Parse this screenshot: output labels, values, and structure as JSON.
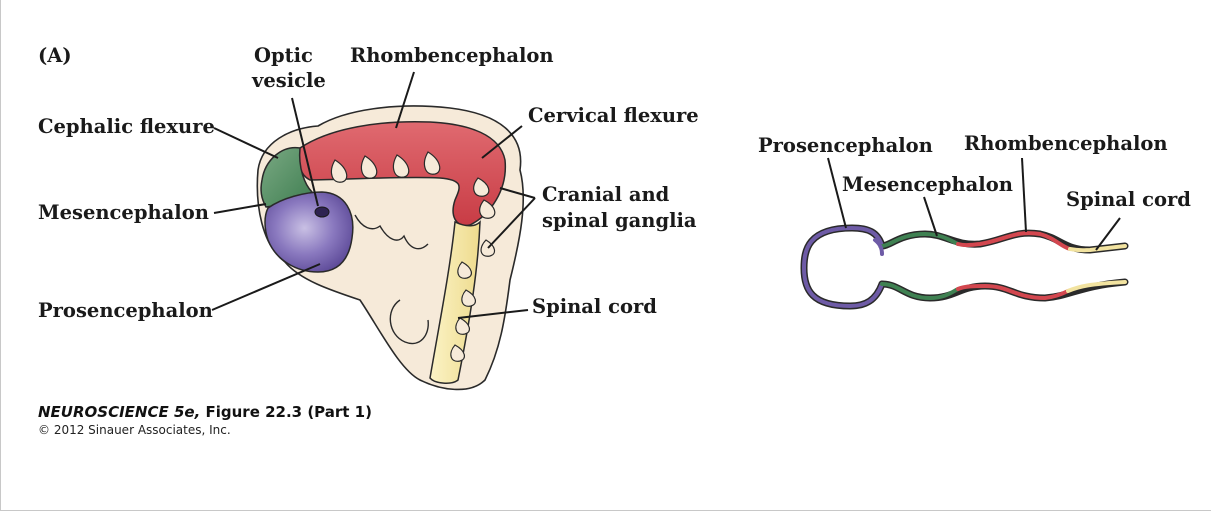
{
  "panel_label": "(A)",
  "embryo_labels": {
    "optic_vesicle_line1": "Optic",
    "optic_vesicle_line2": "vesicle",
    "rhombencephalon": "Rhombencephalon",
    "cephalic_flexure": "Cephalic flexure",
    "cervical_flexure": "Cervical flexure",
    "mesencephalon": "Mesencephalon",
    "ganglia_line1": "Cranial and",
    "ganglia_line2": "spinal ganglia",
    "prosencephalon": "Prosencephalon",
    "spinal_cord": "Spinal cord"
  },
  "tube_labels": {
    "prosencephalon": "Prosencephalon",
    "rhombencephalon": "Rhombencephalon",
    "mesencephalon": "Mesencephalon",
    "spinal_cord": "Spinal cord"
  },
  "caption": {
    "book": "NEUROSCIENCE 5e,",
    "figure": " Figure 22.3 (Part 1)",
    "copyright": "© 2012 Sinauer Associates, Inc."
  },
  "colors": {
    "prosencephalon": "#6e5ba6",
    "mesencephalon": "#3f8152",
    "rhombencephalon": "#d3474f",
    "spinal_cord": "#f2e3a0",
    "skin": "#f6ead9",
    "outline": "#2a2a2a"
  }
}
